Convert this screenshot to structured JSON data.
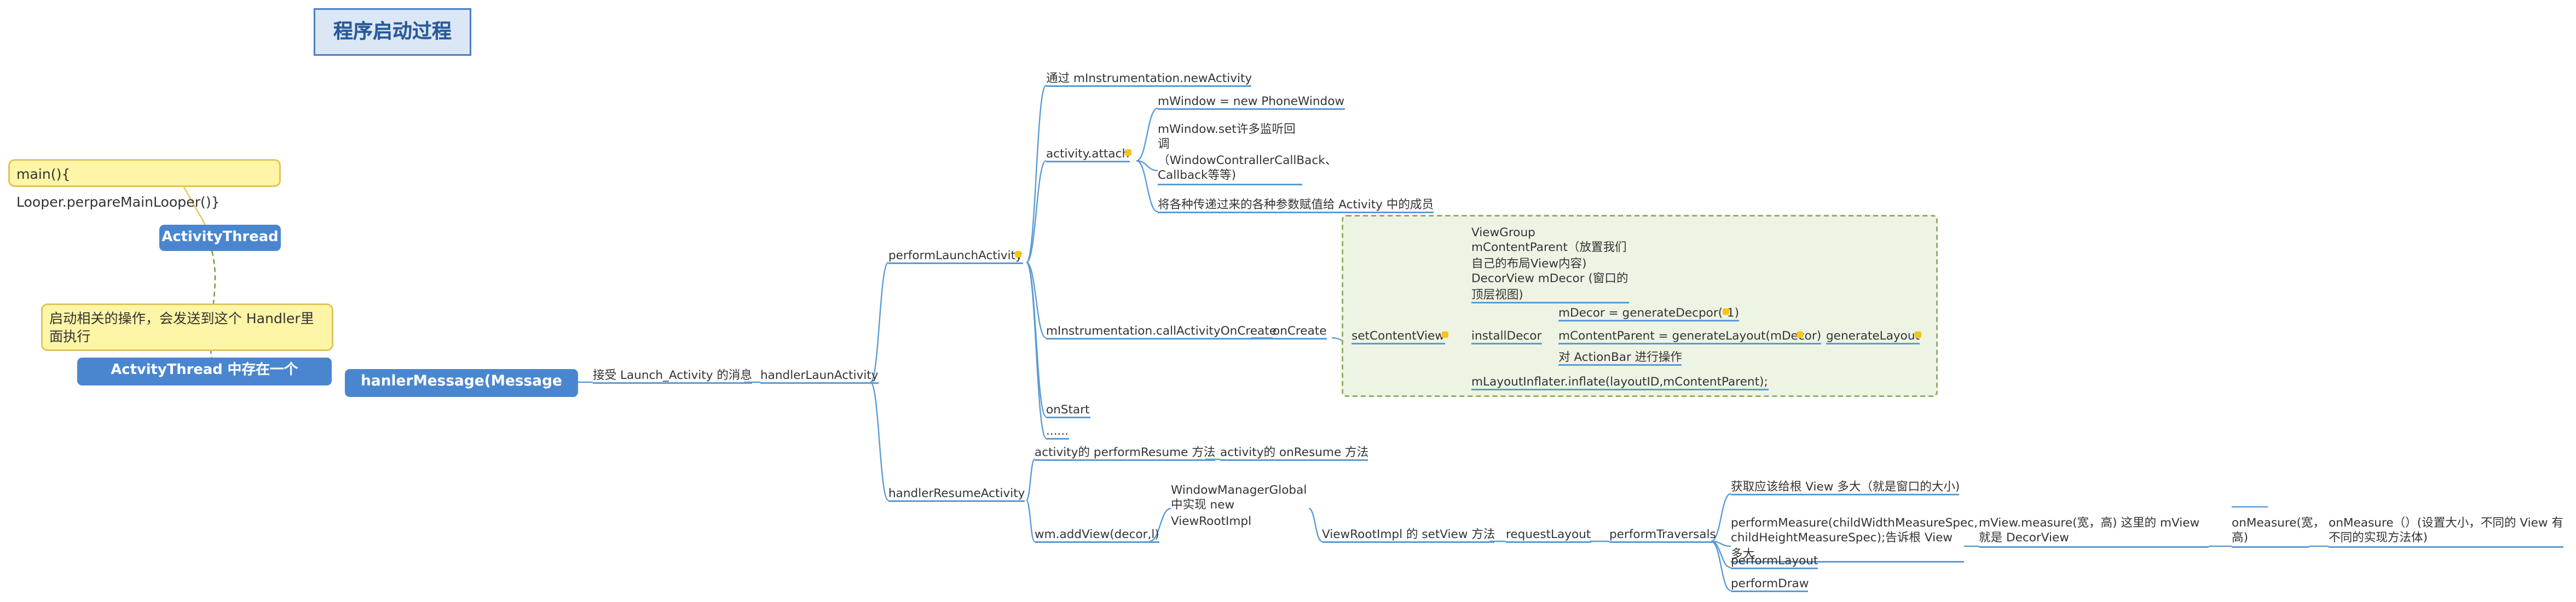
{
  "title": "程序启动过程",
  "notes": {
    "main_looper": "main(){ Looper.perpareMainLooper()}",
    "handler_note": "启动相关的操作，会发送到这个 Handler里面执行"
  },
  "nodes": {
    "activity_thread": "ActivityThread",
    "handler_in_thread": "ActvityThread 中存在一个 Handler",
    "handle_message": "hanlerMessage(Message msg)",
    "receive_launch": "接受 Launch_Activity 的消息",
    "handler_launch": "handlerLaunActivity",
    "perform_launch": "performLaunchActivity",
    "via_instrumentation": "通过 mInstrumentation.newActivity",
    "activity_attach": "activity.attach",
    "m_window": "mWindow = new PhoneWindow",
    "set_listeners": "mWindow.set许多监听回调（WindowContrallerCallBack、Callback等等)",
    "assign_params": "将各种传递过来的各种参数赋值给 Activity 中的成员",
    "call_on_create": "mInstrumentation.callActivityOnCreate",
    "on_create": "onCreate",
    "set_content_view": "setContentView",
    "viewgroup_note": "ViewGroup mContentParent（放置我们自己的布局View内容) DecorView mDecor (窗口的顶层视图)",
    "install_decor": "installDecor",
    "m_decor": "mDecor = generateDecpor(-1)",
    "m_content_parent": "mContentParent = generateLayout(mDecor)",
    "generate_layout": "generateLayout",
    "action_bar": "对 ActionBar 进行操作",
    "inflate": "mLayoutInflater.inflate(layoutID,mContentParent);",
    "on_start": "onStart",
    "ellipsis": "......",
    "handler_resume": "handlerResumeActivity",
    "perform_resume": "activity的 performResume 方法",
    "on_resume": "activity的 onResume 方法",
    "add_view": "wm.addView(decor,l)",
    "wm_global": "WindowManagerGlobal 中实现        new ViewRootImpl",
    "set_view": "ViewRootImpl 的 setView  方法",
    "request_layout": "requestLayout",
    "perform_traversals": "performTraversals",
    "get_root_size": "获取应该给根 View 多大（就是窗口的大小)",
    "perform_measure": "performMeasure(childWidthMeasureSpec, childHeightMeasureSpec);告诉根 View 多大",
    "mview_measure": "mView.measure(宽，高) 这里的 mView 就是 DecorView",
    "on_measure_call": "onMeasure(宽，高)",
    "on_measure_desc": "onMeasure（）(设置大小，不同的 View 有不同的实现方法体)",
    "perform_layout": "performLayout",
    "perform_draw": "performDraw"
  },
  "colors": {
    "node_blue": "#4a86d0",
    "line_blue": "#5b9bd5",
    "note_yellow": "#fff5a6",
    "group_green": "#eef4e4",
    "marker_yellow": "#f5c518"
  }
}
